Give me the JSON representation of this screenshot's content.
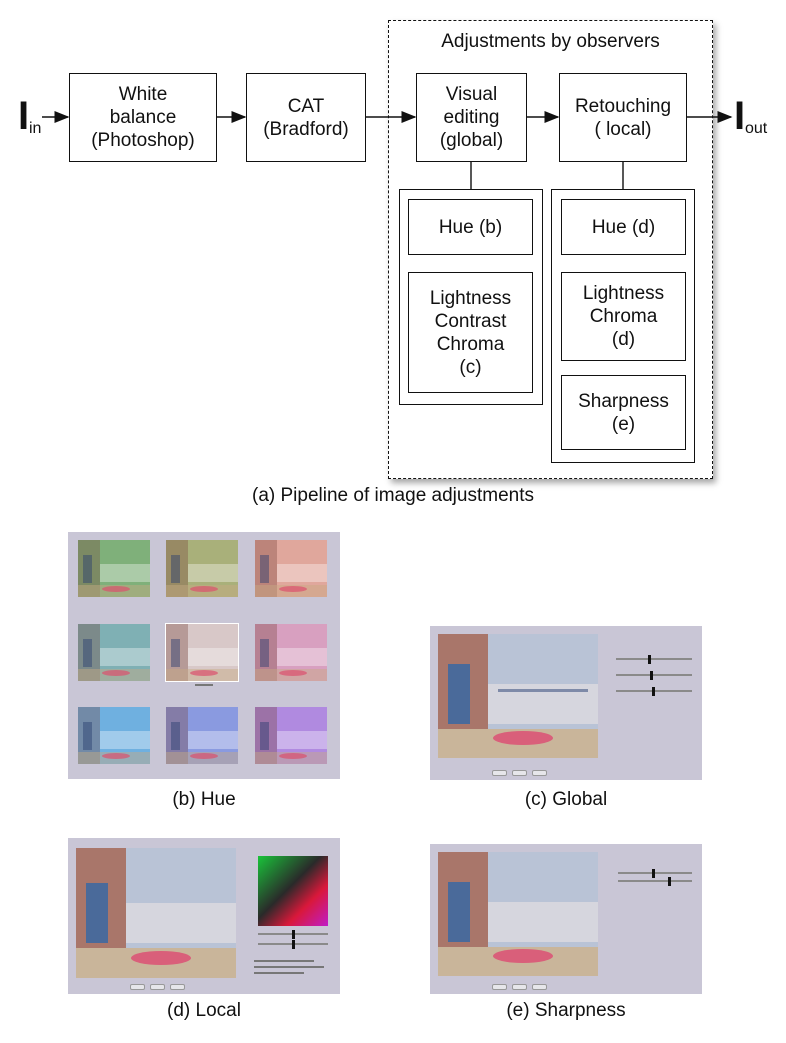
{
  "diagram": {
    "input": {
      "symbol": "I",
      "sub": "in"
    },
    "output": {
      "symbol": "I",
      "sub": "out"
    },
    "white_balance": "White\nbalance\n(Photoshop)",
    "cat": "CAT\n(Bradford)",
    "observers_title": "Adjustments by observers",
    "visual_editing": "Visual\nediting\n(global)",
    "retouching": "Retouching\n( local)",
    "global_hue": "Hue (b)",
    "global_lcc": "Lightness\nContrast\nChroma\n(c)",
    "local_hue": "Hue (d)",
    "local_lc": "Lightness\nChroma\n(d)",
    "sharpness": "Sharpness\n(e)",
    "caption": "(a) Pipeline of image adjustments"
  },
  "panels": {
    "hue_caption": "(b) Hue",
    "global_caption": "(c) Global",
    "local_caption": "(d) Local",
    "sharpness_caption": "(e) Sharpness",
    "hue_tints": [
      "#7fb07a",
      "#a9b07a",
      "#e0a79c",
      "#7fb0b4",
      "#d8c8c8",
      "#d8a0c0",
      "#6fb0e0",
      "#8a9ae0",
      "#b08ae0"
    ],
    "panel_bg": "#c9c6d6"
  }
}
